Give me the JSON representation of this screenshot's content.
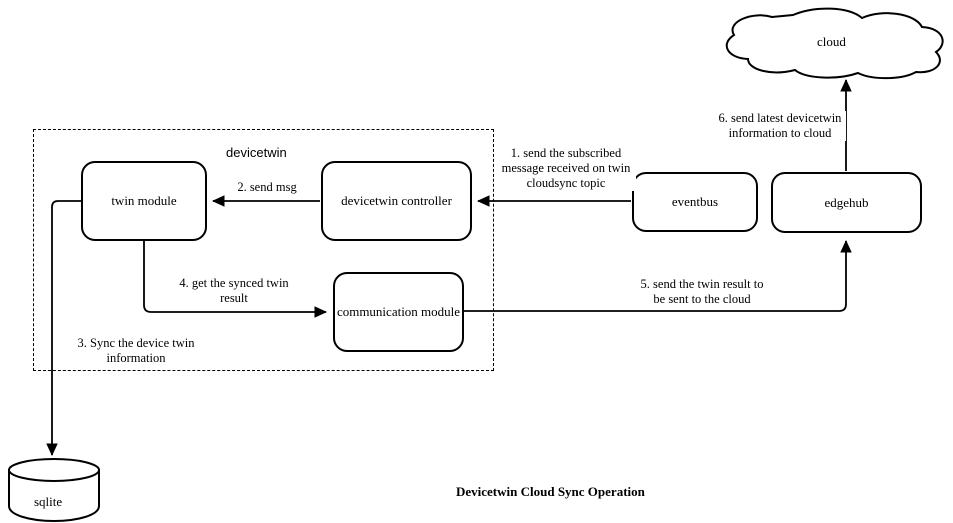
{
  "diagram": {
    "title": "Devicetwin Cloud Sync Operation",
    "stroke_color": "#000000",
    "background_color": "#ffffff"
  },
  "group": {
    "label": "devicetwin"
  },
  "nodes": {
    "twin_module": "twin module",
    "devicetwin_controller": "devicetwin controller",
    "communication_module": "communication module",
    "eventbus": "eventbus",
    "edgehub": "edgehub",
    "cloud": "cloud",
    "sqlite": "sqlite"
  },
  "edges": [
    {
      "id": "edge-1",
      "label": "1. send the subscribed\nmessage received on twin\ncloudsync topic",
      "from": "eventbus",
      "to": "devicetwin controller"
    },
    {
      "id": "edge-2",
      "label": "2. send msg",
      "from": "devicetwin controller",
      "to": "twin module"
    },
    {
      "id": "edge-3",
      "label": "3. Sync the device twin\ninformation",
      "from": "twin module",
      "to": "sqlite"
    },
    {
      "id": "edge-4",
      "label": "4. get the synced twin\nresult",
      "from": "twin module",
      "to": "communication module"
    },
    {
      "id": "edge-5",
      "label": "5. send the twin result to\nbe sent to the cloud",
      "from": "communication module",
      "to": "edgehub"
    },
    {
      "id": "edge-6",
      "label": "6. send latest devicetwin\ninformation to cloud",
      "from": "edgehub",
      "to": "cloud"
    }
  ]
}
